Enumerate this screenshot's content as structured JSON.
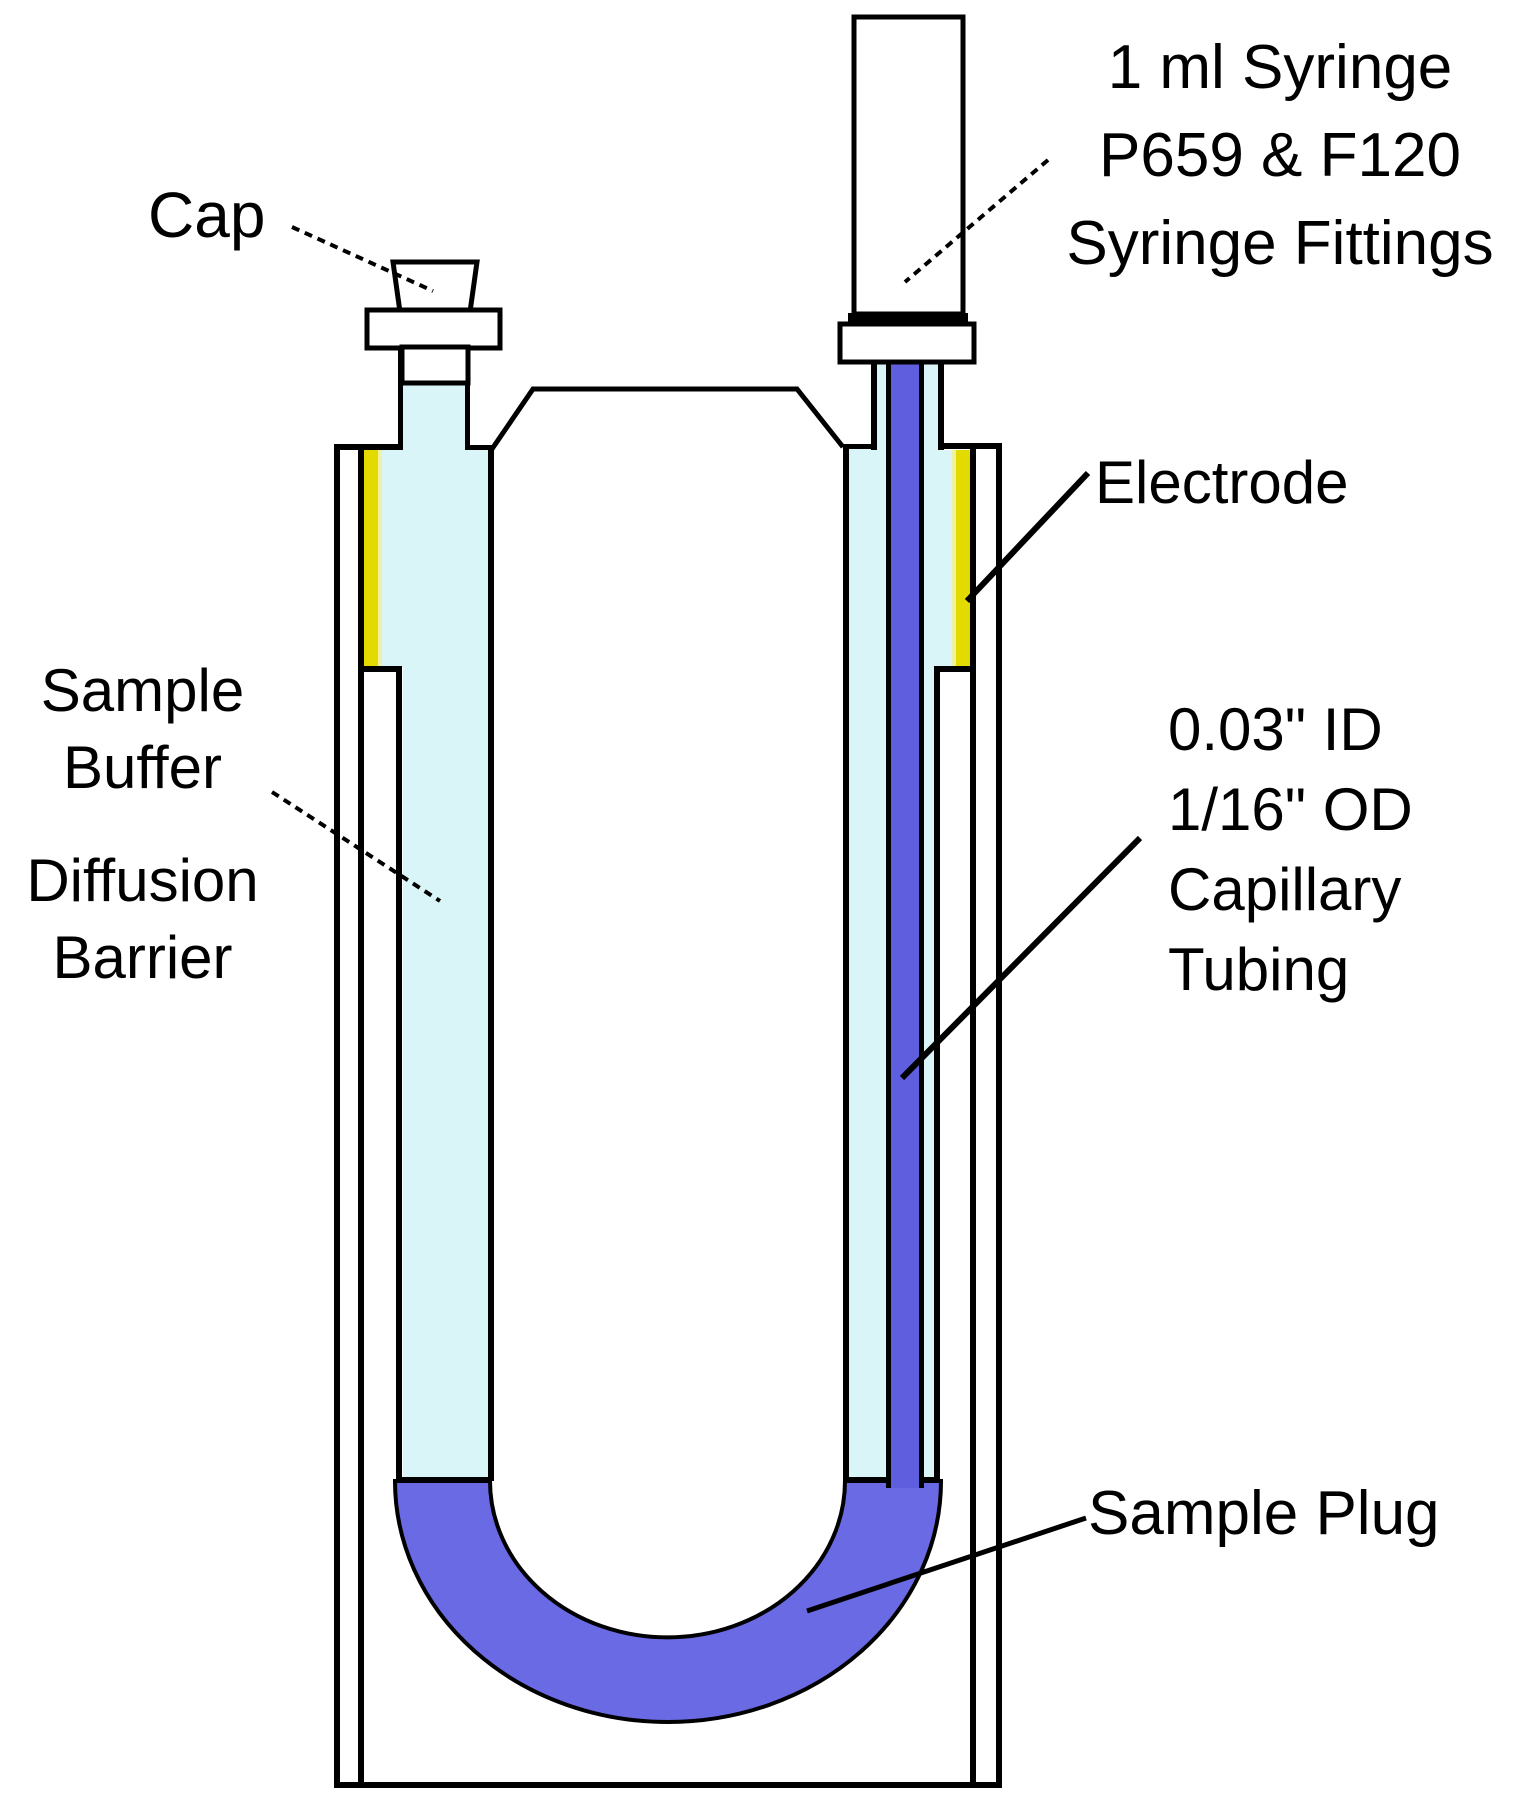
{
  "diagram": {
    "labels": {
      "cap": "Cap",
      "syringe": {
        "line1": "1 ml Syringe",
        "line2": "P659 & F120",
        "line3": "Syringe Fittings"
      },
      "electrode": "Electrode",
      "capillary": {
        "line1": "0.03\" ID",
        "line2": "1/16\" OD",
        "line3": "Capillary",
        "line4": "Tubing"
      },
      "buffer": {
        "line1": "Sample",
        "line2": "Buffer",
        "line3": "Diffusion",
        "line4": "Barrier"
      },
      "sample_plug": "Sample Plug"
    },
    "colors": {
      "buffer": "#D9F5F7",
      "capillary": "#5E5EDE",
      "sample_plug": "#6A6AE4",
      "electrode": "#E3DB00",
      "electrode_highlight": "#F1F1A3",
      "line": "#000000",
      "background": "#FFFFFF"
    }
  }
}
